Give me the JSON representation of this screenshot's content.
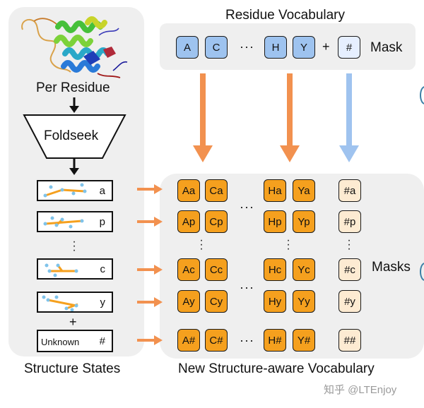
{
  "residue_vocab": {
    "title": "Residue Vocabulary",
    "tokens": [
      "A",
      "C",
      "H",
      "Y"
    ],
    "ellipsis": "···",
    "plus": "+",
    "mask_token": "#",
    "mask_label": "Mask"
  },
  "left": {
    "per_residue": "Per Residue",
    "foldseek": "Foldseek",
    "states": [
      "a",
      "p",
      "c",
      "y"
    ],
    "plus": "+",
    "unknown_label": "Unknown",
    "unknown_symbol": "#",
    "caption": "Structure States"
  },
  "new_vocab": {
    "rows": [
      [
        "Aa",
        "Ca",
        "Ha",
        "Ya",
        "#a"
      ],
      [
        "Ap",
        "Cp",
        "Hp",
        "Yp",
        "#p"
      ],
      [
        "Ac",
        "Cc",
        "Hc",
        "Yc",
        "#c"
      ],
      [
        "Ay",
        "Cy",
        "Hy",
        "Yy",
        "#y"
      ],
      [
        "A#",
        "C#",
        "H#",
        "Y#",
        "##"
      ]
    ],
    "masks_label": "Masks",
    "caption": "New Structure-aware Vocabulary"
  },
  "watermark": "知乎 @LTEnjoy",
  "colors": {
    "orange": "#f5a01e",
    "blue_token": "#9ec3ef",
    "pale_mask": "#fdebd2",
    "arrow_orange": "#f2914f",
    "arrow_blue": "#9fc3ef",
    "panel": "#efefef"
  }
}
